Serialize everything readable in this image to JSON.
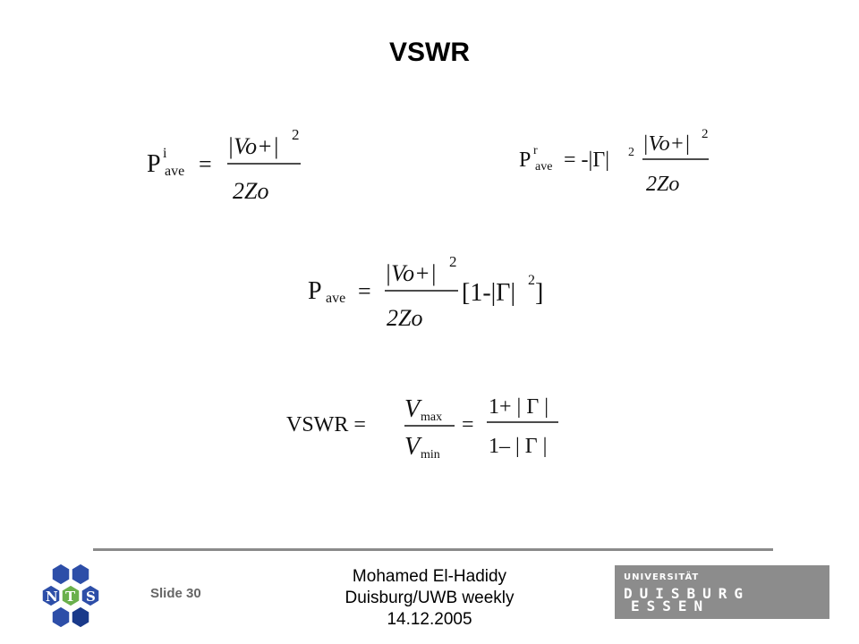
{
  "slide": {
    "title": "VSWR"
  },
  "equations": {
    "incident": {
      "p": "P",
      "sup": "i",
      "sub": "ave",
      "eq": "=",
      "num": "|Vo+|",
      "num_exp": "2",
      "den": "2Zo"
    },
    "reflected": {
      "p": "P",
      "sup": "r",
      "sub": "ave",
      "eq": "= -|Γ|",
      "gamma_exp": "2",
      "num": "|Vo+|",
      "num_exp": "2",
      "den": "2Zo"
    },
    "average": {
      "p": "P",
      "sub": "ave",
      "eq": "=",
      "num": "|Vo+|",
      "num_exp": "2",
      "den": "2Zo",
      "bracket": "[1-|Γ|",
      "bracket_exp": "2",
      "bracket_close": "]"
    },
    "vswr": {
      "lhs": "VSWR =",
      "v_top": "V",
      "v_top_sub": "max",
      "v_bot": "V",
      "v_bot_sub": "min",
      "eq2": "=",
      "r_num": "1+ | Γ |",
      "r_den": "1– | Γ |"
    }
  },
  "footer": {
    "slide_label": "Slide 30",
    "author": "Mohamed El-Hadidy",
    "event": "Duisburg/UWB weekly",
    "date": "14.12.2005"
  },
  "logos": {
    "left_letters": [
      "N",
      "T",
      "S"
    ],
    "right_line1": "UNIVERSITÄT",
    "right_line2": "DUISBURG",
    "right_line3": "ESSEN",
    "colors": {
      "hex_blue": "#2d4ea8",
      "hex_green": "#6ab04c",
      "hex_dark": "#1a3a8a",
      "univ_gray": "#8c8c8c"
    }
  }
}
